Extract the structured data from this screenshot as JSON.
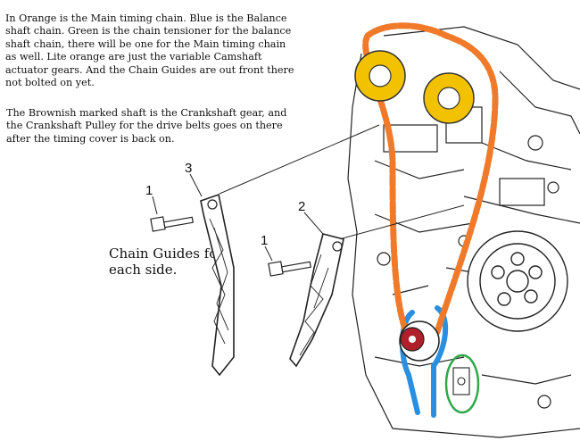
{
  "notes": {
    "main_text": "In Orange is the Main timing chain. Blue is the Balance shaft chain. Green is the chain tensioner for the balance shaft chain, there will be one for the Main timing chain as well. Lite orange are just the variable Camshaft actuator gears. And the Chain Guides are out front there not bolted on yet.",
    "shaft_text": "The Brownish marked shaft is the Crankshaft gear, and the Crankshaft Pulley for the drive belts goes on there after the timing cover is back on.",
    "guides_label": "Chain Guides for each side."
  },
  "callouts": {
    "bolt_left": "1",
    "guide_left": "3",
    "guide_right": "2",
    "bolt_right": "1"
  },
  "colors": {
    "main_chain": "#f07a2a",
    "balance_chain": "#2a8fe0",
    "tensioner": "#2fa84a",
    "cam_gears": "#f2c200",
    "crank_gear": "#b0202a",
    "line_art": "#222222"
  }
}
